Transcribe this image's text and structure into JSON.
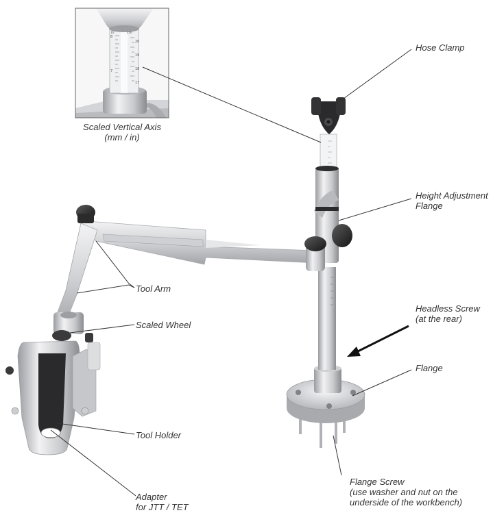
{
  "labels": {
    "scaled_vertical_axis": [
      "Scaled Vertical Axis",
      "(mm / in)"
    ],
    "hose_clamp": [
      "Hose Clamp"
    ],
    "height_adjustment_flange": [
      "Height Adjustment",
      "Flange"
    ],
    "tool_arm": [
      "Tool Arm"
    ],
    "scaled_wheel": [
      "Scaled Wheel"
    ],
    "headless_screw": [
      "Headless Screw",
      "(at the rear)"
    ],
    "flange": [
      "Flange"
    ],
    "tool_holder": [
      "Tool Holder"
    ],
    "flange_screw": [
      "Flange Screw",
      "(use washer and nut on the",
      "underside of the workbench)"
    ],
    "adapter": [
      "Adapter",
      "for JTT / TET"
    ]
  },
  "inset_scale": {
    "unit_in": "in",
    "unit_cm": "cm",
    "in_ticks": [
      "8",
      "7"
    ],
    "cm_ticks": [
      "20",
      "19",
      "18",
      "17"
    ]
  },
  "colors": {
    "metal_light": "#e6e6e8",
    "metal_mid": "#c4c5c8",
    "metal_dark": "#8e9094",
    "knob": "#2b2b2b",
    "leader": "#333333",
    "text": "#333333"
  }
}
